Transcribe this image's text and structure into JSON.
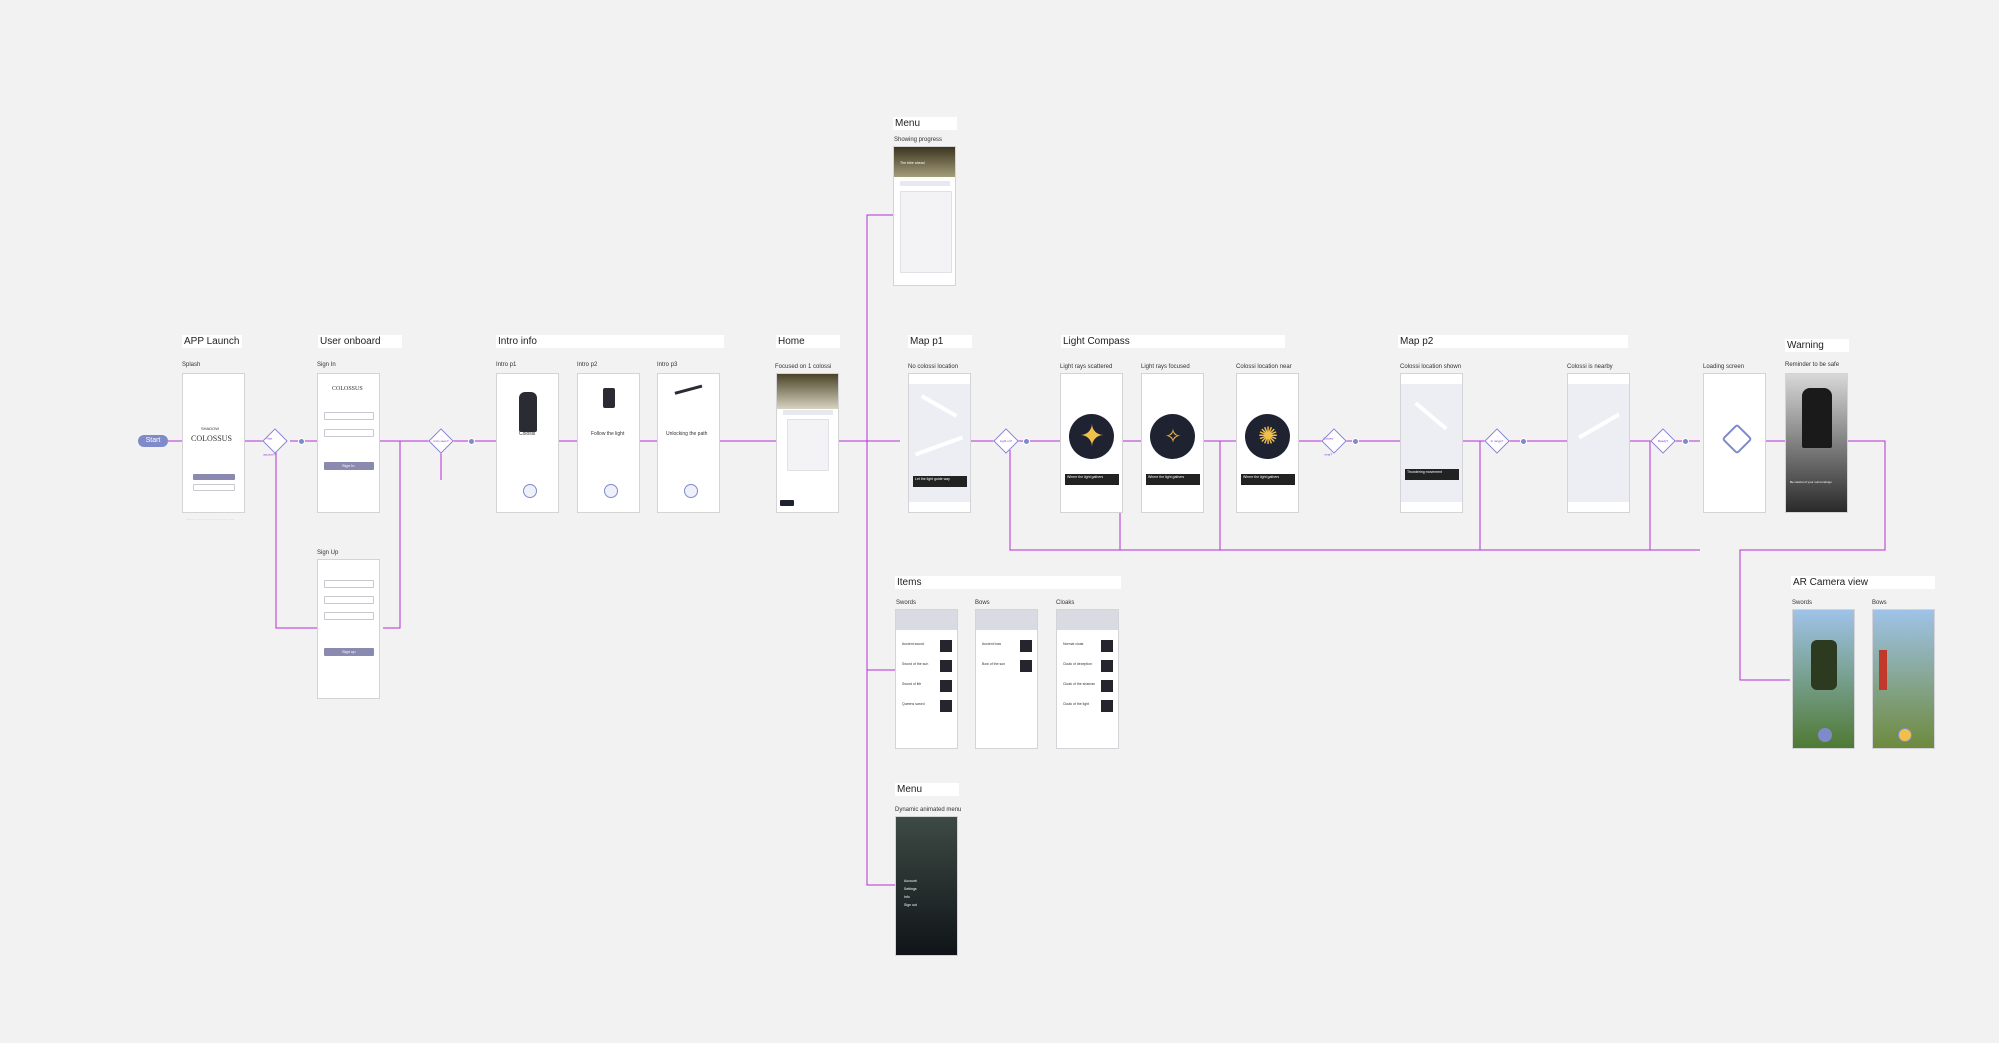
{
  "start": "Start",
  "sections": {
    "app_launch": "APP Launch",
    "user_onboard": "User onboard",
    "intro_info": "Intro info",
    "home": "Home",
    "menu_top": "Menu",
    "map_p1": "Map p1",
    "light_compass": "Light Compass",
    "map_p2": "Map p2",
    "warning": "Warning",
    "items": "Items",
    "menu_bottom": "Menu",
    "ar_camera_view": "AR Camera view"
  },
  "captions": {
    "splash": "Splash",
    "sign_in": "Sign In",
    "sign_up": "Sign Up",
    "intro_p1": "Intro p1",
    "intro_p2": "Intro p2",
    "intro_p3": "Intro p3",
    "focused": "Focused on 1 colossi",
    "showing_progress": "Showing progress",
    "no_colossi": "No colossi location",
    "light_rays_scattered": "Light rays scattered",
    "light_rays_focused": "Light rays focused",
    "colossi_near": "Colossi location near",
    "colossi_shown": "Colossi location shown",
    "colossi_nearby": "Colossi is nearby",
    "loading_screen": "Loading screen",
    "reminder": "Reminder to be safe",
    "swords": "Swords",
    "bows": "Bows",
    "cloaks": "Cloaks",
    "dynamic_menu": "Dynamic animated menu",
    "ar_swords": "Swords",
    "ar_bows": "Bows"
  },
  "screens": {
    "splash_logo_top": "SHADOW",
    "splash_logo_main": "COLOSSUS",
    "signin_logo": "COLOSSUS",
    "signin_btn": "Sign In",
    "signup_btn": "Sign up",
    "intro1_title": "Colossi",
    "intro2_title": "Follow the light",
    "intro3_title": "Unlocking the path",
    "menu_top_card": "The tribe ahead",
    "map1_callout": "Let the light guide way",
    "compass_callout": "Where the light gathers",
    "map2_callout": "Thundering movement",
    "warning_text": "Be careful of your surroundings",
    "swords_list": [
      "Ancient sword",
      "Sword of the sun",
      "Sword of life",
      "Queens sword"
    ],
    "bows_list": [
      "Ancient bow",
      "Bow of the sun"
    ],
    "cloaks_list": [
      "Normal cloak",
      "Cloak of deception",
      "Cloak of the shaman",
      "Cloak of the light"
    ],
    "menu_items": [
      "Account",
      "Settings",
      "Info",
      "Sign out"
    ]
  },
  "decisions": {
    "d1": "Has account?",
    "d2": "Intro seen?",
    "d3": "Light on?",
    "d4": "Colossi near?",
    "d5": "In range?",
    "d6": "Ready?"
  },
  "colors": {
    "accent": "#7f8acb",
    "wire": "#b42fd6",
    "gold": "#f1c04b",
    "dark": "#1e2230"
  }
}
